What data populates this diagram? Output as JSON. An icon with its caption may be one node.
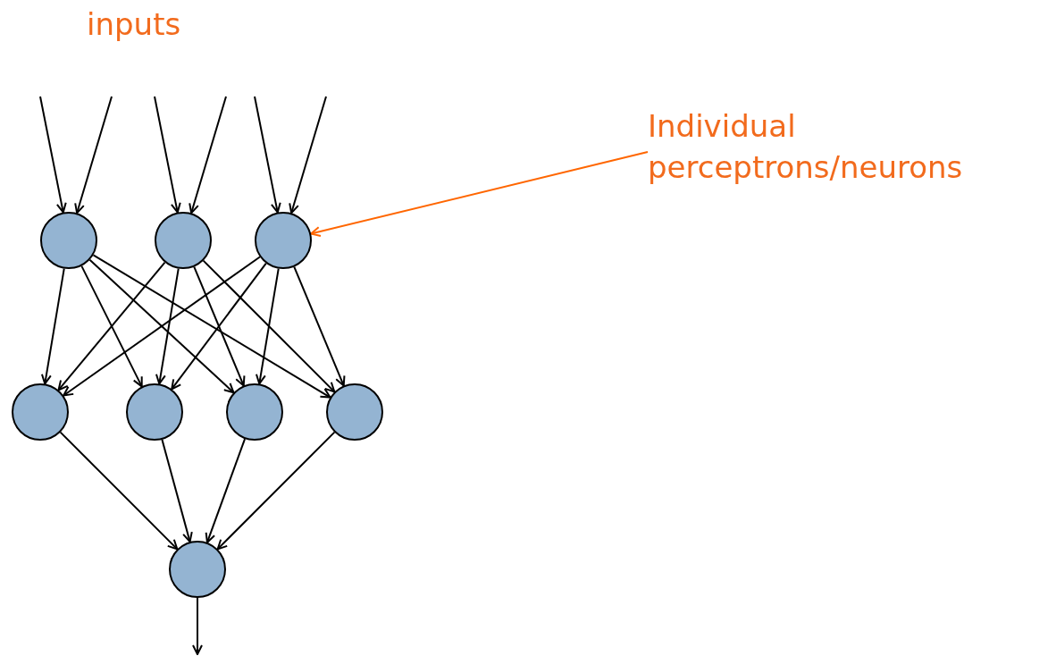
{
  "diagram": {
    "nodes": [
      {
        "text": [],
        "shape": "circle"
      },
      {
        "text": [],
        "shape": "circle"
      },
      {
        "text": [],
        "shape": "circle"
      },
      {
        "text": [],
        "shape": "circle"
      },
      {
        "text": [],
        "shape": "circle"
      },
      {
        "text": [],
        "shape": "circle"
      },
      {
        "text": [],
        "shape": "circle"
      },
      {
        "text": [],
        "shape": "circle"
      },
      {
        "text": [
          "Individual perceptrons/neurons"
        ]
      }
    ],
    "edges": [
      {
        "from": null,
        "to": 0,
        "arrow": "to"
      },
      {
        "from": null,
        "to": 0,
        "arrow": "to"
      },
      {
        "from": null,
        "to": 1,
        "arrow": "to"
      },
      {
        "from": null,
        "to": 1,
        "arrow": "to"
      },
      {
        "from": null,
        "to": 2,
        "arrow": "to"
      },
      {
        "from": null,
        "to": 2,
        "arrow": "to"
      },
      {
        "from": 0,
        "to": 3,
        "arrow": "to"
      },
      {
        "from": 0,
        "to": 4,
        "arrow": "to"
      },
      {
        "from": 0,
        "to": 5,
        "arrow": "to"
      },
      {
        "from": 0,
        "to": 6,
        "arrow": "to"
      },
      {
        "from": 1,
        "to": 3,
        "arrow": "to"
      },
      {
        "from": 1,
        "to": 4,
        "arrow": "to"
      },
      {
        "from": 1,
        "to": 5,
        "arrow": "to"
      },
      {
        "from": 1,
        "to": 6,
        "arrow": "to"
      },
      {
        "from": 2,
        "to": 3,
        "arrow": "to"
      },
      {
        "from": 2,
        "to": 4,
        "arrow": "to"
      },
      {
        "from": 2,
        "to": 5,
        "arrow": "to"
      },
      {
        "from": 2,
        "to": 6,
        "arrow": "to"
      },
      {
        "from": 3,
        "to": 7,
        "arrow": "to"
      },
      {
        "from": 4,
        "to": 7,
        "arrow": "to"
      },
      {
        "from": 5,
        "to": 7,
        "arrow": "to"
      },
      {
        "from": 6,
        "to": 7,
        "arrow": "to"
      },
      {
        "from": 7,
        "to": null,
        "arrow": "to"
      },
      {
        "from": 8,
        "to": 2,
        "arrow": "to",
        "color": "#ff6600"
      }
    ],
    "labels": [
      "inputs"
    ]
  }
}
